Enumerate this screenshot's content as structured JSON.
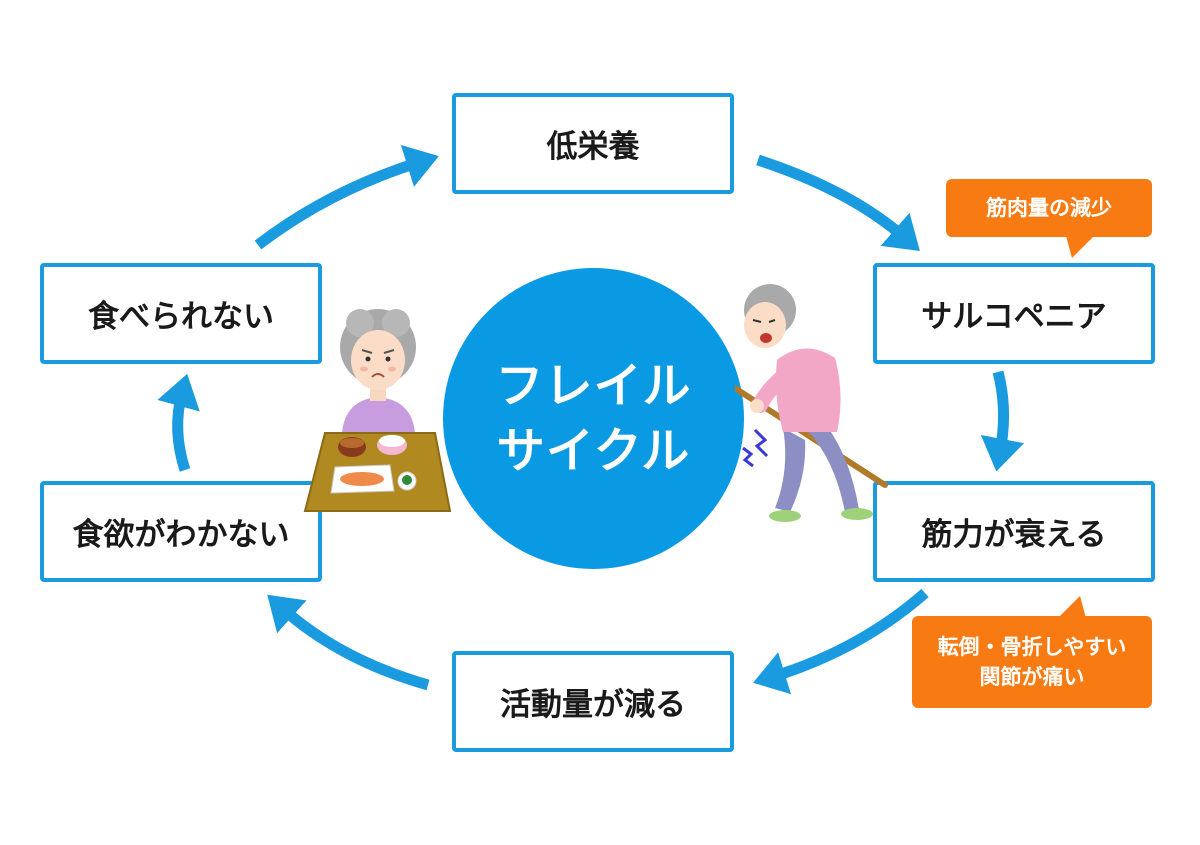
{
  "center": {
    "line1": "フレイル",
    "line2": "サイクル"
  },
  "cycle": {
    "top": "低栄養",
    "right_upper": "サルコペニア",
    "right_lower": "筋力が衰える",
    "bottom": "活動量が減る",
    "left_lower": "食欲がわかない",
    "left_upper": "食べられない"
  },
  "callouts": {
    "muscle": "筋肉量の減少",
    "fall_line1": "転倒・骨折しやすい",
    "fall_line2": "関節が痛い"
  },
  "colors": {
    "primary": "#0a9ae3",
    "arrow": "#1a9be0",
    "callout": "#f77b12"
  },
  "illustrations": [
    "elderly-woman-meal",
    "elderly-person-with-cane"
  ]
}
